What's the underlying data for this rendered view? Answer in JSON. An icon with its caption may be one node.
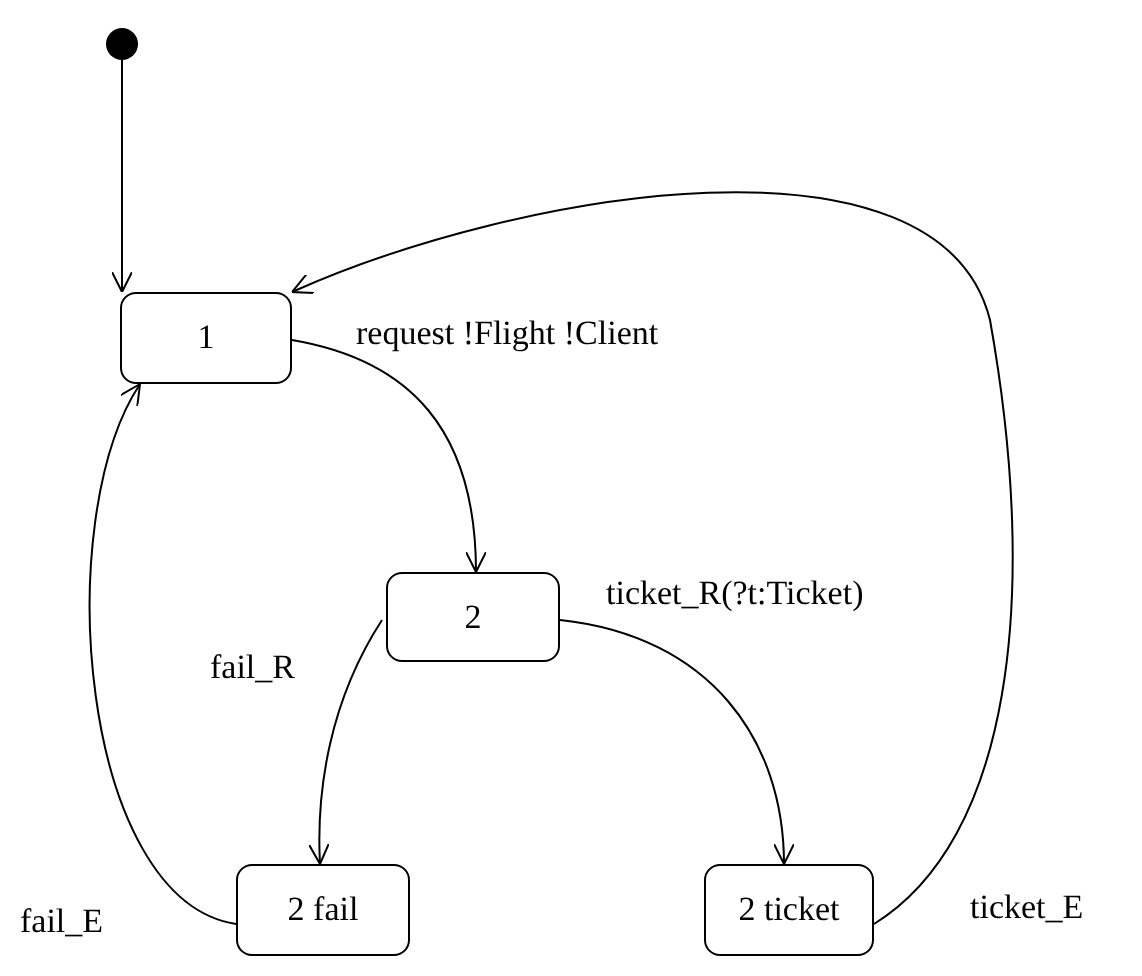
{
  "diagram": {
    "nodes": [
      {
        "text": [],
        "shape": "circle"
      },
      {
        "text": [
          "1"
        ]
      },
      {
        "text": [
          "2"
        ]
      },
      {
        "text": [
          "2 fail"
        ]
      },
      {
        "text": [
          "2 ticket"
        ]
      }
    ],
    "edges": [
      {
        "from": 0,
        "to": 1,
        "arrow": "to"
      },
      {
        "from": 1,
        "to": 2,
        "arrow": "to",
        "label": "request !Flight !Client"
      },
      {
        "from": 2,
        "to": 3,
        "arrow": "to",
        "label": "fail_R"
      },
      {
        "from": 2,
        "to": 4,
        "arrow": "to",
        "label": "ticket_R(?t:Ticket)"
      },
      {
        "from": 3,
        "to": 1,
        "arrow": "to",
        "label": "fail_E"
      },
      {
        "from": 4,
        "to": 1,
        "arrow": "to",
        "label": "ticket_E"
      }
    ]
  }
}
